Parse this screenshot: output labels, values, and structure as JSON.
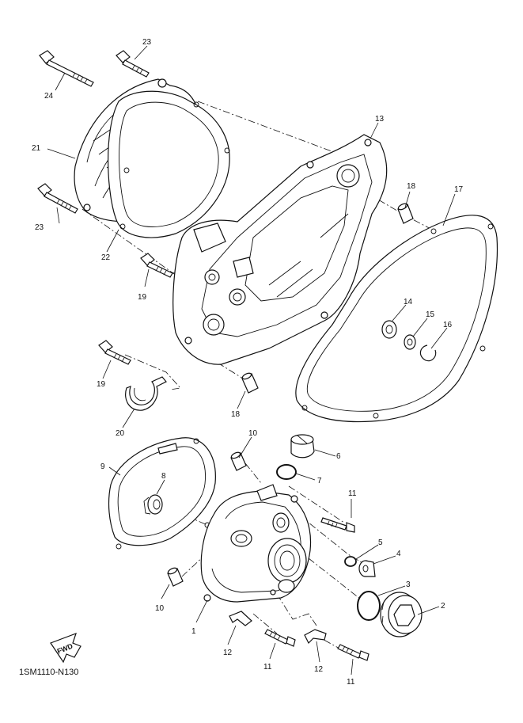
{
  "diagram": {
    "drawing_code": "1SM1110-N130",
    "fwd_label": "FWD",
    "callouts": {
      "c1": "1",
      "c2": "2",
      "c3": "3",
      "c4": "4",
      "c5": "5",
      "c6": "6",
      "c7": "7",
      "c8": "8",
      "c9": "9",
      "c10a": "10",
      "c10b": "10",
      "c11a": "11",
      "c11b": "11",
      "c11c": "11",
      "c12a": "12",
      "c12b": "12",
      "c13": "13",
      "c14": "14",
      "c15": "15",
      "c16": "16",
      "c17": "17",
      "c18a": "18",
      "c18b": "18",
      "c19a": "19",
      "c19b": "19",
      "c20": "20",
      "c21": "21",
      "c22": "22",
      "c23a": "23",
      "c23b": "23",
      "c24": "24"
    }
  }
}
